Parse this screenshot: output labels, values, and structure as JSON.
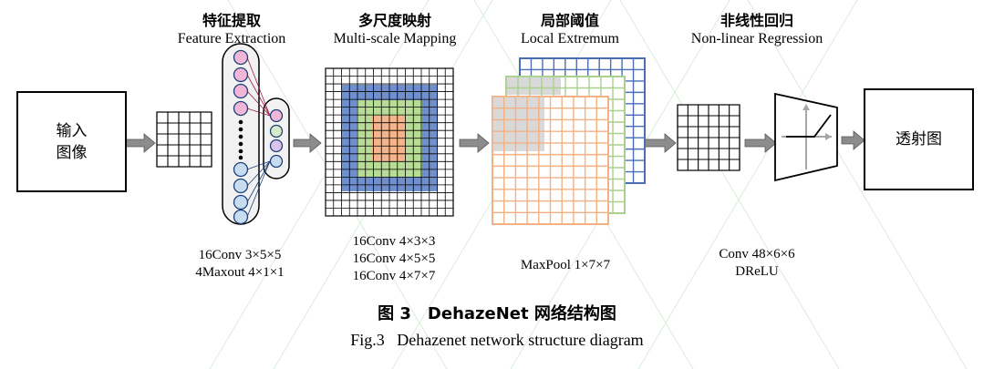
{
  "input_box": {
    "line1": "输入",
    "line2": "图像"
  },
  "output_box": {
    "label": "透射图"
  },
  "stages": [
    {
      "cn": "特征提取",
      "en": "Feature Extraction"
    },
    {
      "cn": "多尺度映射",
      "en": "Multi-scale Mapping"
    },
    {
      "cn": "局部阈值",
      "en": "Local Extremum"
    },
    {
      "cn": "非线性回归",
      "en": "Non-linear Regression"
    }
  ],
  "params": {
    "feature": [
      "16Conv 3×5×5",
      "4Maxout 4×1×1"
    ],
    "multiscale": [
      "16Conv 4×3×3",
      "16Conv 4×5×5",
      "16Conv 4×7×7"
    ],
    "local": [
      "MaxPool 1×7×7"
    ],
    "regression": [
      "Conv 48×6×6",
      "DReLU"
    ]
  },
  "caption": {
    "cn_prefix": "图 3",
    "cn_title": "DehazeNet 网络结构图",
    "en": "Fig.3   Dehazenet network structure diagram"
  },
  "colors": {
    "node_pink": "#f2b6d6",
    "node_green": "#d6ecc8",
    "node_purple": "#d8c4ec",
    "node_blue": "#c8dcf0",
    "scale_blue": "#6f8fcf",
    "scale_green": "#b7dc95",
    "scale_orange": "#f5b48a",
    "pool_blue": "#4a6fb3",
    "pool_green": "#a9d18e",
    "pool_orange": "#f4b183",
    "arrow_gray": "#8c8c8c"
  }
}
